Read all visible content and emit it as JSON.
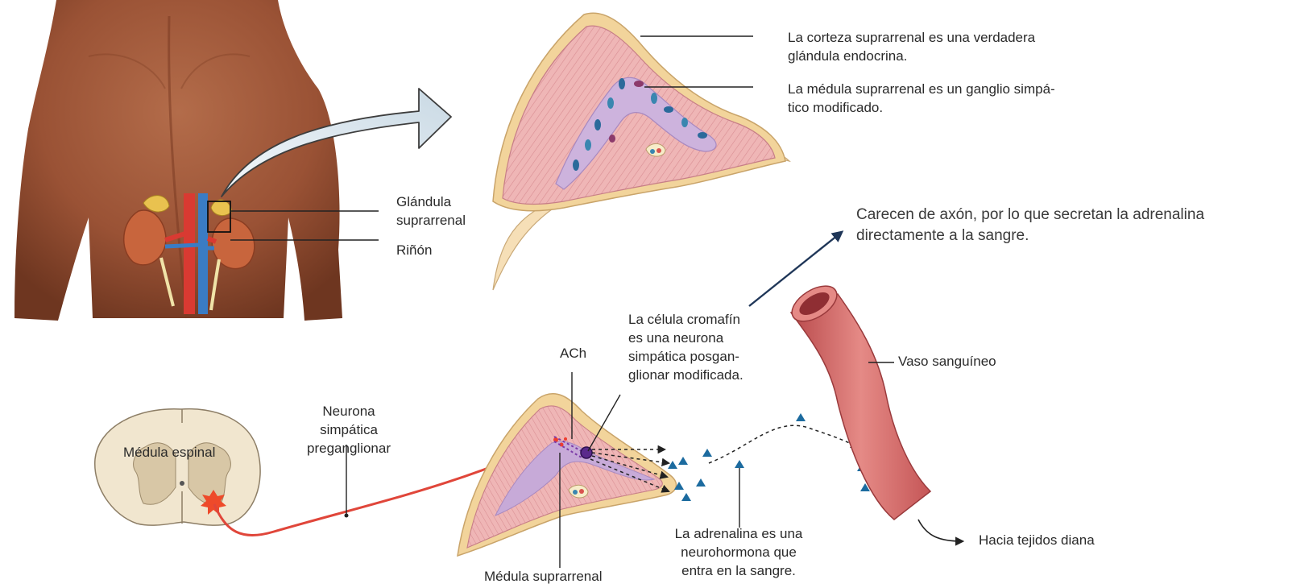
{
  "labels": {
    "cortex": [
      "La corteza suprarrenal es una verdadera",
      "glándula endocrina."
    ],
    "medulla_ganglion": [
      "La médula suprarrenal es un ganglio simpá-",
      "tico modificado."
    ],
    "note": [
      "Carecen de axón, por lo que secretan la adrenalina",
      "directamente a la sangre."
    ],
    "adrenal_gland": [
      "Glándula",
      "suprarrenal"
    ],
    "kidney": "Riñón",
    "chromaffin": [
      "La célula cromafín",
      "es una neurona",
      "simpática posgan-",
      "glionar modificada."
    ],
    "ach": "ACh",
    "blood_vessel": "Vaso sanguíneo",
    "spinal_cord": "Médula espinal",
    "preganglionic": [
      "Neurona",
      "simpática",
      "preganglionar"
    ],
    "adrenaline": [
      "La adrenalina es una",
      "neurohormona que",
      "entra en la sangre."
    ],
    "adrenal_medulla": "Médula suprarrenal",
    "target": "Hacia tejidos diana"
  },
  "colors": {
    "skin": "#a0583a",
    "cortex": "#eeb3b3",
    "capsule": "#f2d49b",
    "medulla": "#cdb3dd",
    "vessel": "#d8706f",
    "neuron": "#e0463a",
    "triangle": "#1c6b9f",
    "note_arrow": "#1f3658"
  }
}
